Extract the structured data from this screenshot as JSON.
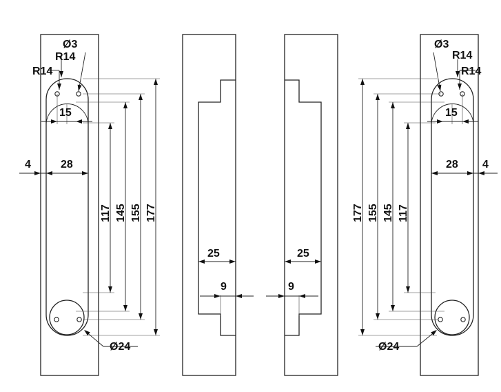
{
  "left_view": {
    "hole_dia": "Ø3",
    "radius_a": "R14",
    "radius_b": "R14",
    "pitch": "15",
    "edge": "4",
    "width": "28",
    "dim_117": "117",
    "dim_145": "145",
    "dim_155": "155",
    "dim_177": "177",
    "boss_dia": "Ø24"
  },
  "left_side": {
    "depth": "25",
    "step": "9"
  },
  "right_side": {
    "depth": "25",
    "step": "9"
  },
  "right_view": {
    "hole_dia": "Ø3",
    "radius_a": "R14",
    "radius_b": "R14",
    "pitch": "15",
    "edge": "4",
    "width": "28",
    "dim_117": "117",
    "dim_145": "145",
    "dim_155": "155",
    "dim_177": "177",
    "boss_dia": "Ø24"
  }
}
